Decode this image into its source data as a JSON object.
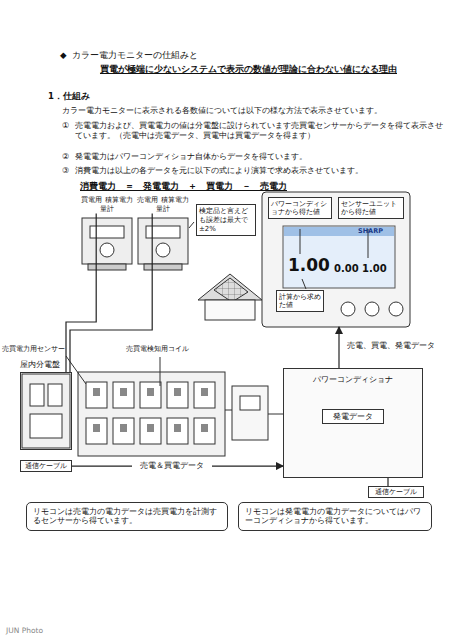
{
  "diagram": {
    "title": "カラー電力モニターの仕組みと",
    "nodes": [
      {
        "text": [
          "買電用 積算電力量計"
        ]
      },
      {
        "text": [
          "売電用 積算電力量計"
        ]
      },
      {
        "text": [
          "検定品と言えども誤差は最大で±2%"
        ]
      },
      {
        "text": [
          "SHARP"
        ]
      },
      {
        "text": [
          "パワーコンディショナから得た値"
        ],
        "in": 3
      },
      {
        "text": [
          "センサーユニットから得た値"
        ],
        "in": 3
      },
      {
        "text": [
          "計算から求めた値"
        ],
        "in": 3
      },
      {
        "text": [
          "屋内分電盤"
        ]
      },
      {
        "text": [
          "パワーコンディショナ"
        ]
      },
      {
        "text": [
          "発電データ"
        ],
        "in": 8
      },
      {
        "text": [
          "通信ケーブル"
        ]
      },
      {
        "text": [
          "通信ケーブル"
        ]
      },
      {
        "text": [
          "リモコンは売電力の電力データは売買電力を計測するセンサーから得ています。"
        ]
      },
      {
        "text": [
          "リモコンは発電電力の電力データについてはパワーコンディショナから得ています。"
        ]
      }
    ],
    "edges": [
      {
        "from": 10,
        "to": 8,
        "label": "売電＆買電データ",
        "arrow": "to"
      },
      {
        "from": 8,
        "to": 3,
        "label": "売電、買電、発電データ",
        "arrow": "to"
      },
      {
        "from": 0,
        "to": 7,
        "arrow": "none"
      },
      {
        "from": 1,
        "to": 7,
        "arrow": "none"
      },
      {
        "from": 8,
        "to": 11,
        "arrow": "none"
      }
    ],
    "labels": [
      "◆",
      "買電が極端に少ないシステムで表示の数値が理論に合わない値になる理由",
      "1．仕組み",
      "カラー電力モニターに表示される各数値については以下の様な方法で表示させています。",
      "①",
      "売電電力および、買電電力の値は分電盤に設けられています売買電センサーからデータを得て表示させています。（売電中は売電データ、買電中は買電データを得ます）",
      "②",
      "発電電力はパワーコンディショナ自体からデータを得ています。",
      "③",
      "消費電力は以上の各データを元に以下の式により演算で求め表示させています。",
      "消費電力　＝　発電電力　＋　買電力　－　売電力",
      "1.00",
      "0.00",
      "1.00",
      "売買電力用センサー",
      "売買電検知用コイル",
      "JUN Photo"
    ]
  }
}
